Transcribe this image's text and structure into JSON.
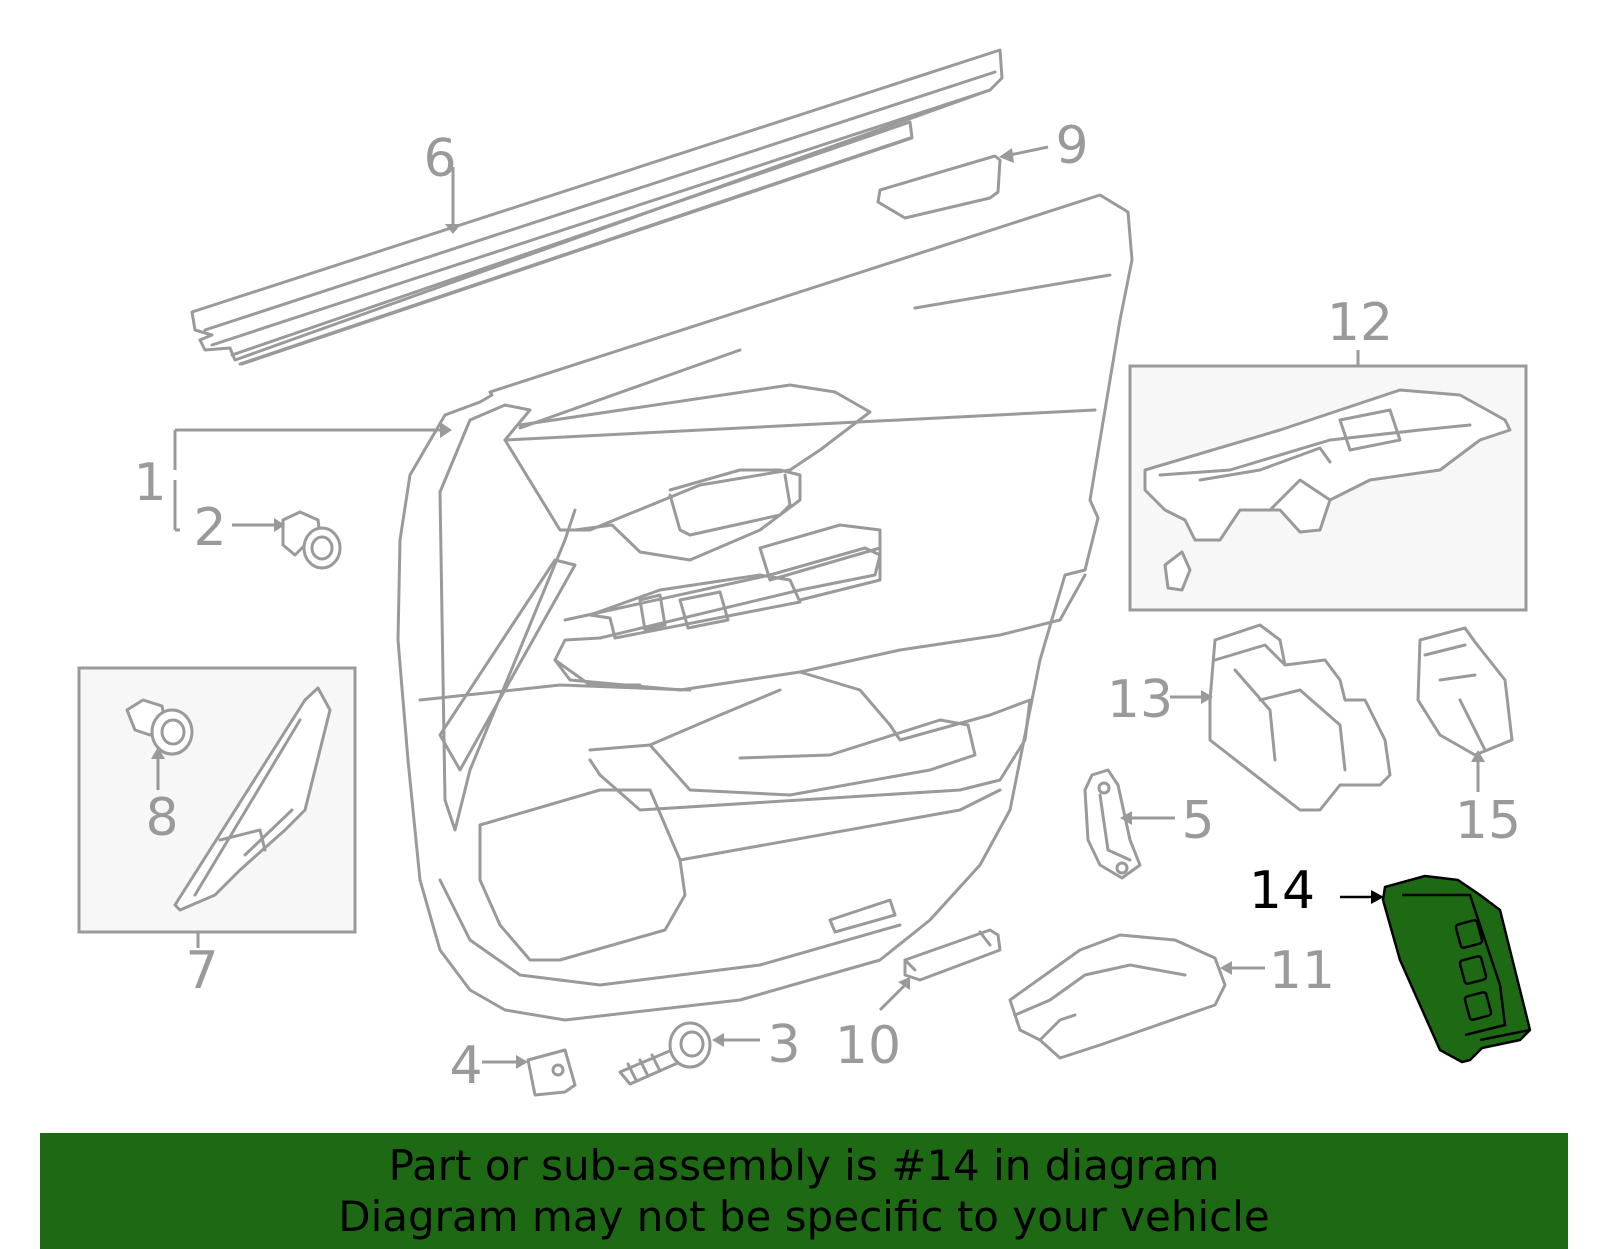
{
  "diagram": {
    "callouts": {
      "c1": "1",
      "c2": "2",
      "c3": "3",
      "c4": "4",
      "c5": "5",
      "c6": "6",
      "c7": "7",
      "c8": "8",
      "c9": "9",
      "c10": "10",
      "c11": "11",
      "c12": "12",
      "c13": "13",
      "c14": "14",
      "c15": "15"
    },
    "highlighted_part": "14",
    "colors": {
      "line": "#9a9a9a",
      "highlight_fill": "#1e6a14",
      "highlight_outline": "#000000",
      "banner_bg": "#1e6a14"
    }
  },
  "banner": {
    "line1": "Part or sub-assembly is #14 in diagram",
    "line2": "Diagram may not be specific to your vehicle"
  }
}
